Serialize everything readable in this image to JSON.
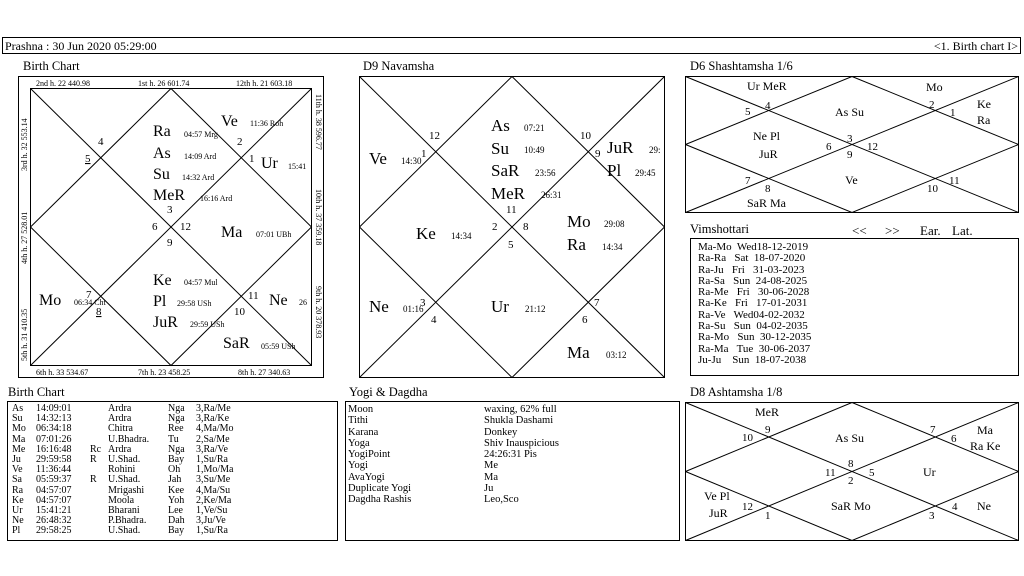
{
  "header": {
    "left": "Prashna :  30 Jun 2020  05:29:00",
    "right": "<1. Birth chart I>"
  },
  "titles": {
    "birth_chart": "Birth Chart",
    "d9": "D9 Navamsha",
    "d6": "D6 Shashtamsha 1/6",
    "vimshottari": "Vimshottari",
    "birth_table": "Birth Chart",
    "yogi": "Yogi & Dagdha",
    "d8": "D8 Ashtamsha 1/8"
  },
  "birth_chart": {
    "border_top": [
      "2nd h.  22  440.98",
      "1st h.  26  601.74",
      "12th h.  21  603.18"
    ],
    "border_bottom": [
      "6th h.  33  534.67",
      "7th h.  23  458.25",
      "8th h.  27  340.63"
    ],
    "border_left": [
      "3rd h.  32  553.14",
      "4th h.  27  528.01",
      "5th h.  31  410.35"
    ],
    "border_right": [
      "11th h.  38  596.77",
      "10th h.  37  359.18",
      "9th h.  20  378.93"
    ],
    "signs": [
      "4",
      "5",
      "3",
      "2",
      "1",
      "6",
      "12",
      "9",
      "7",
      "8",
      "11",
      "10"
    ],
    "planets": [
      {
        "p": "Ve",
        "d": "11:36 Roh"
      },
      {
        "p": "Ra",
        "d": "04:57 Mrg"
      },
      {
        "p": "As",
        "d": "14:09 Ard"
      },
      {
        "p": "Su",
        "d": "14:32 Ard"
      },
      {
        "p": "MeR",
        "d": "16:16 Ard"
      },
      {
        "p": "Ur",
        "d": "15:41"
      },
      {
        "p": "Ma",
        "d": "07:01 UBh"
      },
      {
        "p": "Ke",
        "d": "04:57 Mul"
      },
      {
        "p": "Pl",
        "d": "29:58 USh"
      },
      {
        "p": "JuR",
        "d": "29:59 USh"
      },
      {
        "p": "SaR",
        "d": "05:59 USh"
      },
      {
        "p": "Mo",
        "d": "06:34 Cht"
      },
      {
        "p": "Ne",
        "d": "26"
      }
    ]
  },
  "d9": {
    "signs": [
      "12",
      "1",
      "10",
      "9",
      "11",
      "2",
      "8",
      "5",
      "3",
      "4",
      "7",
      "6"
    ],
    "planets": [
      {
        "p": "As",
        "d": "07:21"
      },
      {
        "p": "Su",
        "d": "10:49"
      },
      {
        "p": "SaR",
        "d": "23:56"
      },
      {
        "p": "MeR",
        "d": "26:31"
      },
      {
        "p": "JuR",
        "d": "29:"
      },
      {
        "p": "Pl",
        "d": "29:45"
      },
      {
        "p": "Ve",
        "d": "14:30"
      },
      {
        "p": "Ke",
        "d": "14:34"
      },
      {
        "p": "Mo",
        "d": "29:08"
      },
      {
        "p": "Ra",
        "d": "14:34"
      },
      {
        "p": "Ne",
        "d": "01:16"
      },
      {
        "p": "Ur",
        "d": "21:12"
      },
      {
        "p": "Ma",
        "d": "03:12"
      }
    ]
  },
  "d6": {
    "signs": [
      "4",
      "5",
      "2",
      "1",
      "3",
      "6",
      "9",
      "12",
      "7",
      "8",
      "10",
      "11"
    ],
    "labels": [
      "Ur MeR",
      "Mo",
      "As Su",
      "Ke",
      "Ra",
      "Ne Pl",
      "JuR",
      "Ve",
      "SaR Ma"
    ]
  },
  "vimshottari": {
    "nav_prev": "<<",
    "nav_next": ">>",
    "ear": "Ear.",
    "lat": "Lat.",
    "rows": [
      "Ma-Mo  Wed18-12-2019",
      "Ra-Ra   Sat  18-07-2020",
      "Ra-Ju   Fri   31-03-2023",
      "Ra-Sa   Sun  24-08-2025",
      "Ra-Me   Fri   30-06-2028",
      "Ra-Ke   Fri   17-01-2031",
      "Ra-Ve   Wed04-02-2032",
      "Ra-Su   Sun  04-02-2035",
      "Ra-Mo   Sun  30-12-2035",
      "Ra-Ma   Tue  30-06-2037",
      "Ju-Ju    Sun  18-07-2038"
    ]
  },
  "birth_table": [
    [
      "As",
      "14:09:01",
      "",
      "Ardra",
      "Nga",
      "3,Ra/Me"
    ],
    [
      "Su",
      "14:32:13",
      "",
      "Ardra",
      "Nga",
      "3,Ra/Ke"
    ],
    [
      "Mo",
      "06:34:18",
      "",
      "Chitra",
      "Ree",
      "4,Ma/Mo"
    ],
    [
      "Ma",
      "07:01:26",
      "",
      "U.Bhadra.",
      "Tu",
      "2,Sa/Me"
    ],
    [
      "Me",
      "16:16:48",
      "Rc",
      "Ardra",
      "Nga",
      "3,Ra/Ve"
    ],
    [
      "Ju",
      "29:59:58",
      "R",
      "U.Shad.",
      "Bay",
      "1,Su/Ra"
    ],
    [
      "Ve",
      "11:36:44",
      "",
      "Rohini",
      "Oh",
      "1,Mo/Ma"
    ],
    [
      "Sa",
      "05:59:37",
      "R",
      "U.Shad.",
      "Jah",
      "3,Su/Me"
    ],
    [
      "Ra",
      "04:57:07",
      "",
      "Mrigashi",
      "Kee",
      "4,Ma/Su"
    ],
    [
      "Ke",
      "04:57:07",
      "",
      "Moola",
      "Yoh",
      "2,Ke/Ma"
    ],
    [
      "Ur",
      "15:41:21",
      "",
      "Bharani",
      "Lee",
      "1,Ve/Su"
    ],
    [
      "Ne",
      "26:48:32",
      "",
      "P.Bhadra.",
      "Dah",
      "3,Ju/Ve"
    ],
    [
      "Pl",
      "29:58:25",
      "",
      "U.Shad.",
      "Bay",
      "1,Su/Ra"
    ]
  ],
  "yogi": [
    [
      "Moon",
      "waxing, 62% full"
    ],
    [
      "Tithi",
      "Shukla  Dashami"
    ],
    [
      "Karana",
      "Donkey"
    ],
    [
      "Yoga",
      "Shiv Inauspicious"
    ],
    [
      "YogiPoint",
      "24:26:31 Pis"
    ],
    [
      "Yogi",
      "Me"
    ],
    [
      "AvaYogi",
      "Ma"
    ],
    [
      "Duplicate Yogi",
      "Ju"
    ],
    [
      "Dagdha Rashis",
      "Leo,Sco"
    ]
  ],
  "d8": {
    "signs": [
      "9",
      "10",
      "7",
      "6",
      "8",
      "11",
      "5",
      "2",
      "12",
      "1",
      "3",
      "4"
    ],
    "labels": [
      "MeR",
      "As Su",
      "Ma",
      "Ra Ke",
      "Ur",
      "Ve Pl",
      "JuR",
      "SaR Mo",
      "Ne"
    ]
  }
}
